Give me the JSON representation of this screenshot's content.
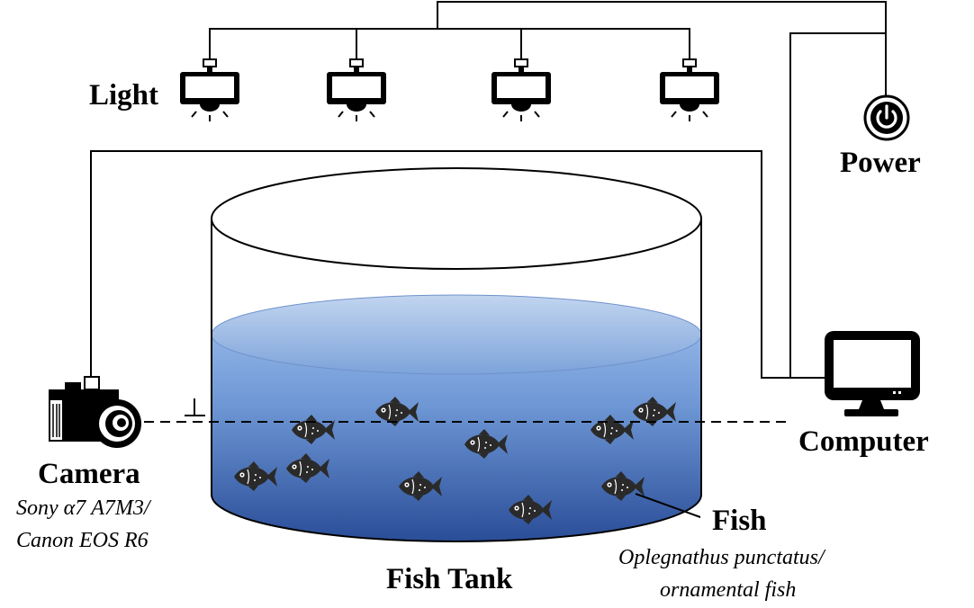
{
  "labels": {
    "light": "Light",
    "power": "Power",
    "computer": "Computer",
    "camera": "Camera",
    "camera_models_line1": "Sony α7 A7M3/",
    "camera_models_line2": "Canon EOS R6",
    "fish_tank": "Fish Tank",
    "fish": "Fish",
    "fish_species_line1": "Oplegnathus punctatus/",
    "fish_species_line2": "ornamental fish"
  },
  "icons": {
    "light": "ceiling-lamp-icon",
    "power": "power-icon",
    "computer": "monitor-icon",
    "camera": "camera-icon",
    "fish": "fish-icon"
  },
  "colors": {
    "water_top": "#7ea6de",
    "water_bottom": "#2c4f99",
    "water_surface": "#a9c4ea",
    "line": "#000000",
    "fish": "#2a2a2a"
  }
}
